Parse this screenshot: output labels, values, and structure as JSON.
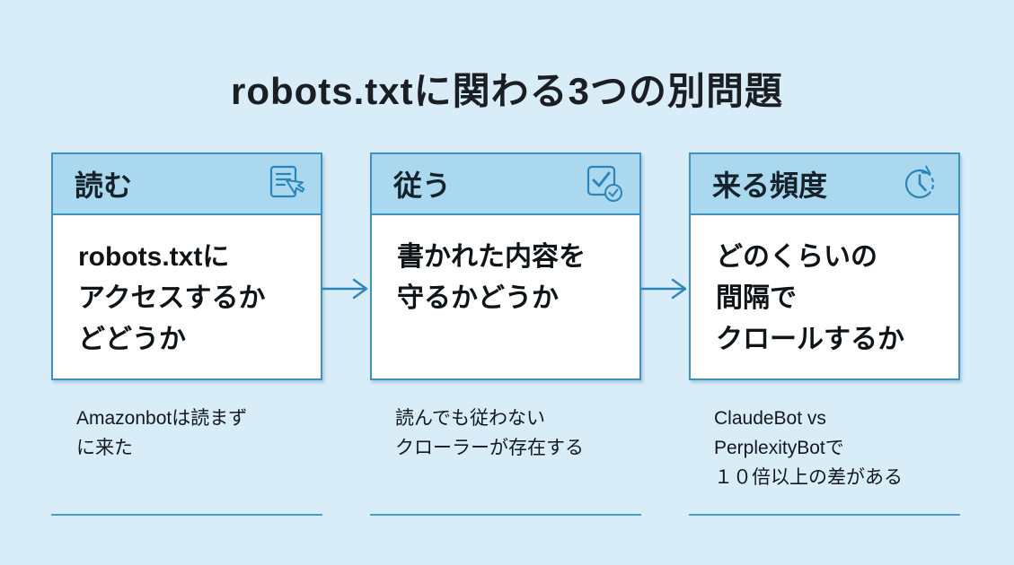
{
  "title": "robots.txtに関わる3つの別問題",
  "colors": {
    "background": "#d9edf8",
    "card_header": "#a9d8ef",
    "card_border": "#4090c0",
    "accent_blue": "#2b85b8",
    "underline": "#4a9dc6",
    "text": "#15191e"
  },
  "cards": [
    {
      "header": "読む",
      "icon": "document-cursor-icon",
      "body": "robots.txtに\nアクセスするか\nどどうか",
      "note": "Amazonbotは読まず\nに来た"
    },
    {
      "header": "従う",
      "icon": "checkbox-check-icon",
      "body": "書かれた内容を\n守るかどうか",
      "note": "読んでも従わない\nクローラーが存在する"
    },
    {
      "header": "来る頻度",
      "icon": "clock-history-icon",
      "body": "どのくらいの\n間隔で\nクロールするか",
      "note": "ClaudeBot vs\nPerplexityBotで\n１０倍以上の差がある"
    }
  ]
}
